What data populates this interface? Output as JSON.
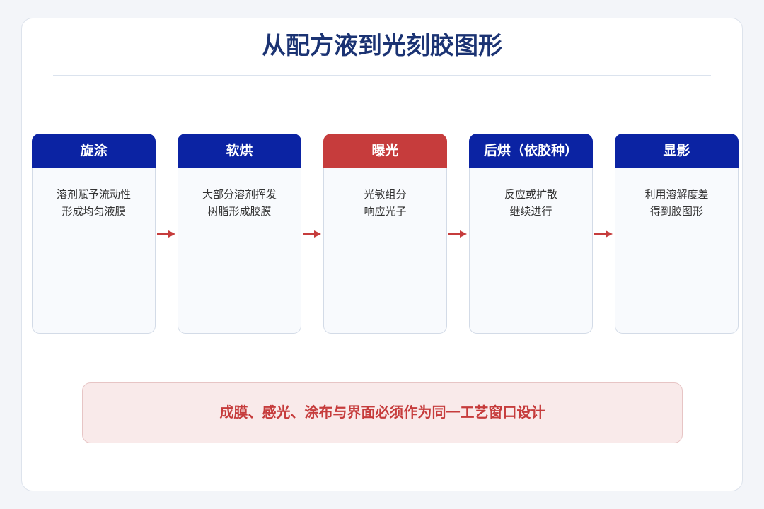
{
  "title": "从配方液到光刻胶图形",
  "steps": [
    {
      "title": "旋涂",
      "lines": [
        "溶剂赋予流动性",
        "形成均匀液膜"
      ],
      "highlighted": false
    },
    {
      "title": "软烘",
      "lines": [
        "大部分溶剂挥发",
        "树脂形成胶膜"
      ],
      "highlighted": false
    },
    {
      "title": "曝光",
      "lines": [
        "光敏组分",
        "响应光子"
      ],
      "highlighted": true
    },
    {
      "title": "后烘（依胶种）",
      "lines": [
        "反应或扩散",
        "继续进行"
      ],
      "highlighted": false
    },
    {
      "title": "显影",
      "lines": [
        "利用溶解度差",
        "得到胶图形"
      ],
      "highlighted": false
    }
  ],
  "arrows": [
    "arrow-right-icon",
    "arrow-right-icon",
    "arrow-right-icon",
    "arrow-right-icon"
  ],
  "callout": "成膜、感光、涂布与界面必须作为同一工艺窗口设计",
  "colors": {
    "title": "#1b3373",
    "step_header": "#0b23a3",
    "highlight_header": "#c63c3c",
    "accent_red": "#c63c3c",
    "callout_bg": "#f9eaea"
  }
}
